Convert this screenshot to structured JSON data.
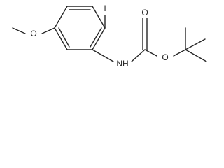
{
  "molecule": {
    "atoms": {
      "iodine": "I",
      "nh": "NH",
      "carbonyl_o": "O",
      "ester_o": "O",
      "methoxy_o": "O"
    }
  }
}
